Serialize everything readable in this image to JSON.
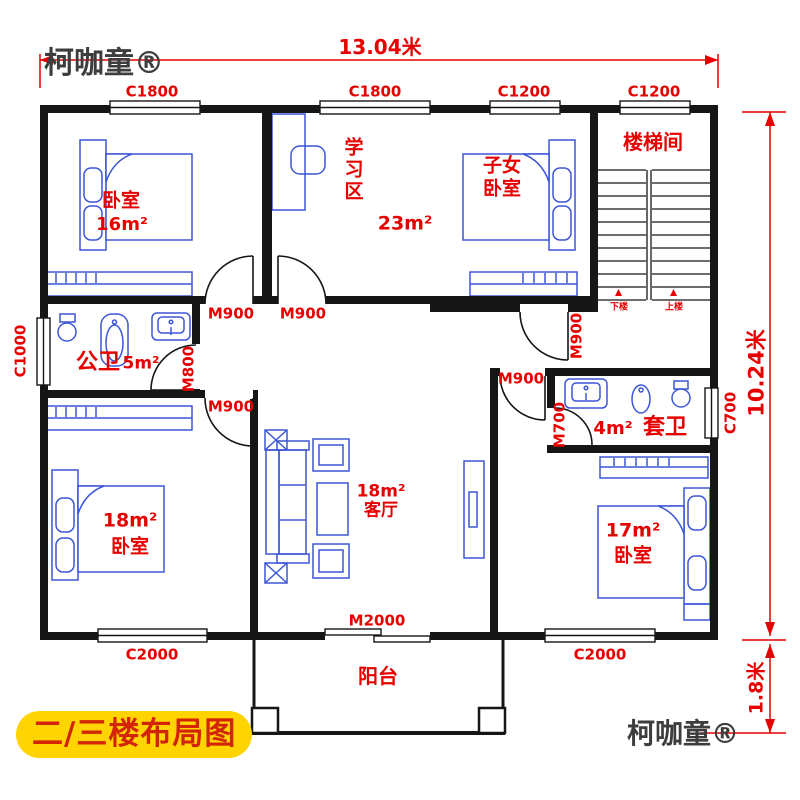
{
  "watermarks": {
    "top_left": "柯咖童®",
    "bottom_right": "柯咖童®"
  },
  "title": {
    "label": "二/三楼布局图"
  },
  "dimensions": {
    "width_total": "13.04米",
    "height_main": "10.24米",
    "height_balcony": "1.8米"
  },
  "rooms": {
    "bedroom_top_left": {
      "name": "卧室",
      "area": "16m²"
    },
    "study_zone": {
      "name": "学习区"
    },
    "family_room_area": "23m²",
    "kids_bedroom": {
      "name_line1": "子女",
      "name_line2": "卧室"
    },
    "stair_hall": {
      "name": "楼梯间"
    },
    "shared_bath": {
      "name": "公卫",
      "area": "5m²"
    },
    "bedroom_bottom_left": {
      "area": "18m²",
      "name": "卧室"
    },
    "living_room": {
      "area": "18m²",
      "name": "客厅"
    },
    "ensuite_bath": {
      "area": "4m²",
      "name": "套卫"
    },
    "bedroom_bottom_right": {
      "area": "17m²",
      "name": "卧室"
    },
    "balcony": {
      "name": "阳台"
    }
  },
  "stairs": {
    "down_label": "下楼",
    "up_label": "上楼"
  },
  "windows": {
    "c1800_left": "C1800",
    "c1800_mid": "C1800",
    "c1200_mid": "C1200",
    "c1200_right": "C1200",
    "c1000_left": "C1000",
    "c700_right": "C700",
    "c2000_left": "C2000",
    "c2000_right": "C2000"
  },
  "doors": {
    "m900_bedroom_tl": "M900",
    "m900_family": "M900",
    "m800_bath": "M800",
    "m900_bedroom_bl": "M900",
    "m900_hall": "M900",
    "m900_suite": "M900",
    "m700_ensuite": "M700",
    "m2000_balcony": "M2000"
  },
  "colors": {
    "annotation_red": "#e60000",
    "furniture_blue": "#3d56d6",
    "wall_black": "#161616",
    "title_bg_yellow": "#ffd400",
    "watermark_gray": "#3d3d3d"
  }
}
